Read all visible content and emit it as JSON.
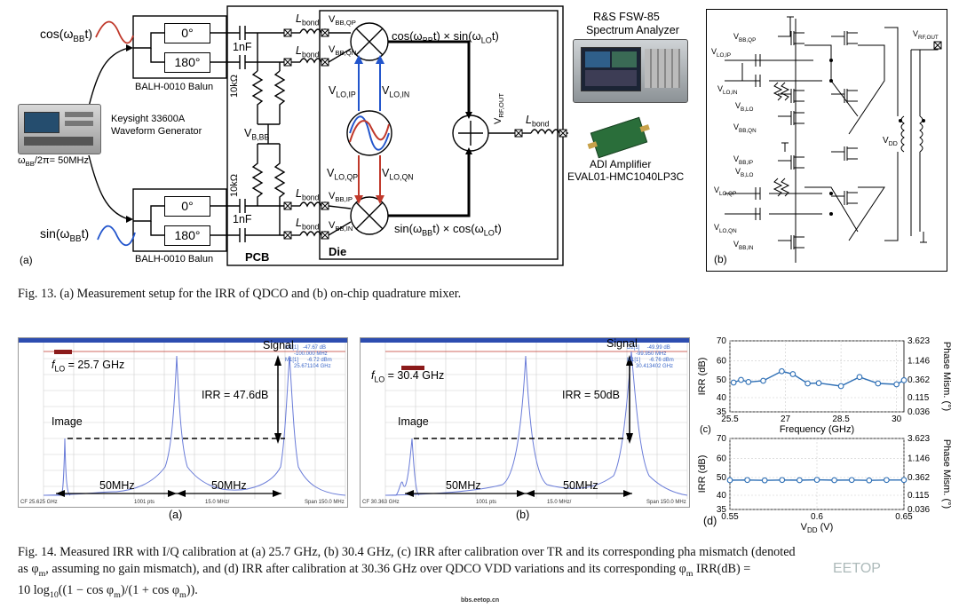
{
  "fig13": {
    "panel_a": "(a)",
    "panel_b": "(b)",
    "cos_label": "cos(ω",
    "cos_label_sub": "BB",
    "cos_label_tail": "t)",
    "sin_label": "sin(ω",
    "sin_label_sub": "BB",
    "sin_label_tail": "t)",
    "phase0": "0°",
    "phase180": "180°",
    "balun": "BALH-0010 Balun",
    "keysight_line1": "Keysight 33600A",
    "keysight_line2": "Waveform Generator",
    "freq_label": "ω",
    "freq_label_sub": "BB",
    "freq_label_tail": "/2π= 50MHz",
    "cap": "1nF",
    "res": "10kΩ",
    "vbbb": "V",
    "vbbb_sub": "B,BB",
    "lbond": "L",
    "lbond_sub": "bond",
    "vbbqp": "BB,QP",
    "vbbqn": "BB,QN",
    "vbbip": "BB,IP",
    "vbbin": "BB,IN",
    "vloip": "LO,IP",
    "voin": "LO,IN",
    "vloqp": "LO,QP",
    "vloqn": "LO,QN",
    "vrfout": "RF,OUT",
    "top_eq": "cos(ω",
    "top_eq_sub1": "BB",
    "top_eq_mid": "t) × sin(ω",
    "top_eq_sub2": "LO",
    "top_eq_tail": "t)",
    "bot_eq": "sin(ω",
    "bot_eq_sub1": "BB",
    "bot_eq_mid": "t) × cos(ω",
    "bot_eq_sub2": "LO",
    "bot_eq_tail": "t)",
    "pcb": "PCB",
    "die": "Die",
    "rs_line1": "R&S FSW-85",
    "rs_line2": "Spectrum Analyzer",
    "adi_line1": "ADI Amplifier",
    "adi_line2": "EVAL01-HMC1040LP3C",
    "mixer_vbbqp": "BB,QP",
    "mixer_vloip": "LO,IP",
    "mixer_voin": "LO,IN",
    "mixer_vblo": "B,LO",
    "mixer_vbbqn": "BB,QN",
    "mixer_vbbip": "BB,IP",
    "mixer_vblo2": "B,LO",
    "mixer_vloqp": "LO,QP",
    "mixer_vloqn": "LO,QN",
    "mixer_vbbin": "BB,IN",
    "mixer_vdd": "DD",
    "mixer_vrfout": "RF,OUT"
  },
  "fig13_caption": "Fig. 13.    (a) Measurement setup for the IRR of QDCO and (b) on-chip quadrature mixer.",
  "fig14": {
    "a": {
      "flo": "= 25.7 GHz",
      "signal": "Signal",
      "image": "Image",
      "irr": "IRR = 47.6dB",
      "span1": "50MHz",
      "span2": "50MHz",
      "label": "(a)",
      "footer_left": "CF 25.625 GHz",
      "footer_mid1": "1001 pts",
      "footer_mid2": "15.0 MHz/",
      "footer_right": "Span 150.0 MHz"
    },
    "b": {
      "flo": "= 30.4 GHz",
      "signal": "Signal",
      "image": "Image",
      "irr": "IRR = 50dB",
      "span1": "50MHz",
      "span2": "50MHz",
      "label": "(b)",
      "footer_left": "CF 30.363 GHz",
      "footer_mid1": "1001 pts",
      "footer_mid2": "15.0 MHz/",
      "footer_right": "Span 150.0 MHz"
    },
    "c_label": "(c)",
    "d_label": "(d)"
  },
  "fig14_caption_line1": "Fig. 14.   Measured IRR with I/Q calibration at (a) 25.7 GHz, (b) 30.4 GHz, (c) IRR after calibration over TR and its corresponding pha   mismatch (denoted",
  "fig14_caption_line2": "as φ",
  "fig14_caption_line2_sub": "m",
  "fig14_caption_line2_tail": ", assuming no gain mismatch), and (d) IRR after calibration at 30.36 GHz over QDCO VDD variations and its corresponding φ",
  "fig14_caption_line2_tail2": "     IRR(dB) =",
  "fig14_caption_line3": "10 log",
  "fig14_caption_line3_sub": "10",
  "fig14_caption_line3_tail": "((1 − cos φ",
  "fig14_caption_line3_tail2": ")/(1 + cos φ",
  "fig14_caption_line3_tail3": ")).",
  "watermark": "bbs.eetop.cn",
  "logo_text": "EETOP",
  "chart_data": [
    {
      "type": "line",
      "title": "",
      "xlabel": "Frequency (GHz)",
      "ylabel": "IRR (dB)",
      "y2label": "Phase Mism. (°)",
      "xlim": [
        25.5,
        30.2
      ],
      "ylim": [
        35,
        70
      ],
      "xticks": [
        "25.5",
        "27",
        "28.5",
        "30"
      ],
      "yticks": [
        "35",
        "40",
        "50",
        "60",
        "70"
      ],
      "y2ticks": [
        "0.036",
        "0.115",
        "0.362",
        "1.146",
        "3.623"
      ],
      "grid": true,
      "x": [
        25.6,
        25.8,
        26.0,
        26.4,
        26.9,
        27.2,
        27.6,
        27.9,
        28.5,
        29.0,
        29.5,
        30.0,
        30.2
      ],
      "series": [
        {
          "values": [
            48.5,
            50.0,
            48.8,
            49.5,
            54.5,
            53.0,
            48.0,
            48.2,
            46.5,
            51.5,
            48.0,
            47.5,
            49.8
          ]
        }
      ]
    },
    {
      "type": "line",
      "title": "",
      "xlabel": "V",
      "xlabel_sub": "DD",
      "xlabel_tail": " (V)",
      "ylabel": "IRR (dB)",
      "y2label": "Phase Mism. (°)",
      "xlim": [
        0.55,
        0.65
      ],
      "ylim": [
        35,
        70
      ],
      "xticks": [
        "0.55",
        "0.6",
        "0.65"
      ],
      "yticks": [
        "35",
        "40",
        "50",
        "60",
        "70"
      ],
      "y2ticks": [
        "0.036",
        "0.115",
        "0.362",
        "1.146",
        "3.623"
      ],
      "grid": true,
      "x": [
        0.55,
        0.56,
        0.57,
        0.58,
        0.59,
        0.6,
        0.61,
        0.62,
        0.63,
        0.64,
        0.65
      ],
      "series": [
        {
          "values": [
            48.5,
            48.6,
            48.4,
            48.6,
            48.5,
            48.7,
            48.5,
            48.6,
            48.4,
            48.6,
            48.6
          ]
        }
      ]
    }
  ]
}
